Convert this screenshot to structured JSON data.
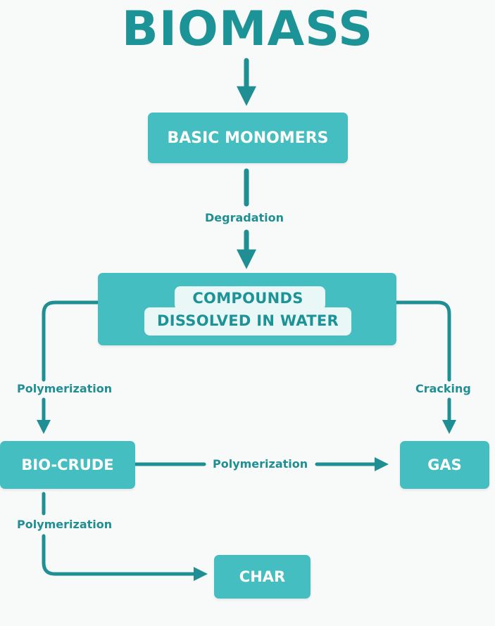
{
  "title": "BIOMASS",
  "nodes": {
    "monomers": "BASIC MONOMERS",
    "compounds_line1": "COMPOUNDS",
    "compounds_line2": "DISSOLVED IN WATER",
    "biocrude": "BIO-CRUDE",
    "gas": "GAS",
    "char": "CHAR"
  },
  "edges": {
    "degradation": "Degradation",
    "polymerization_left": "Polymerization",
    "cracking": "Cracking",
    "polymerization_middle": "Polymerization",
    "polymerization_bottom": "Polymerization"
  },
  "colors": {
    "background": "#f8f9f9",
    "title": "#1c9396",
    "box_fill": "#45bec1",
    "inner_panel": "#eaf7f7",
    "inner_text": "#1c9396",
    "arrow": "#1f8f93",
    "label": "#1f8f93"
  }
}
